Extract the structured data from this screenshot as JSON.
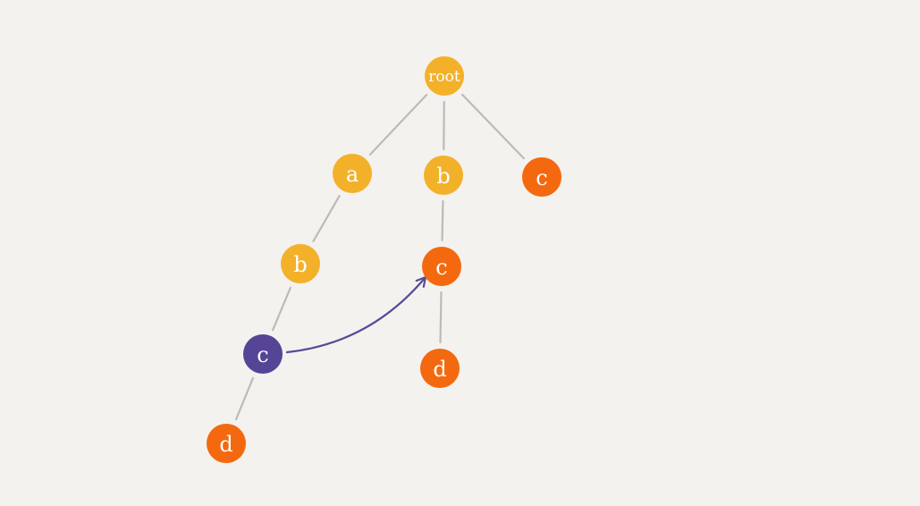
{
  "colors": {
    "background": "#f4f2ee",
    "edge": "#bdbbb7",
    "arrow": "#5a4a9a",
    "yellow": "#f3b12a",
    "orange": "#f4690f",
    "purple": "#564496"
  },
  "nodes": [
    {
      "id": "root",
      "label": "root",
      "color": "yellow"
    },
    {
      "id": "a",
      "label": "a",
      "color": "yellow"
    },
    {
      "id": "b1",
      "label": "b",
      "color": "yellow"
    },
    {
      "id": "c1",
      "label": "c",
      "color": "orange"
    },
    {
      "id": "b2",
      "label": "b",
      "color": "yellow"
    },
    {
      "id": "c2",
      "label": "c",
      "color": "orange"
    },
    {
      "id": "d1",
      "label": "d",
      "color": "orange"
    },
    {
      "id": "c3",
      "label": "c",
      "color": "purple"
    },
    {
      "id": "d2",
      "label": "d",
      "color": "orange"
    }
  ],
  "edges": [
    {
      "from": "root",
      "to": "a"
    },
    {
      "from": "root",
      "to": "b1"
    },
    {
      "from": "root",
      "to": "c1"
    },
    {
      "from": "a",
      "to": "b2"
    },
    {
      "from": "b1",
      "to": "c2"
    },
    {
      "from": "c2",
      "to": "d1"
    },
    {
      "from": "b2",
      "to": "c3"
    },
    {
      "from": "c3",
      "to": "d2"
    }
  ],
  "links": [
    {
      "from": "c3",
      "to": "c2",
      "style": "curved-arrow"
    }
  ]
}
